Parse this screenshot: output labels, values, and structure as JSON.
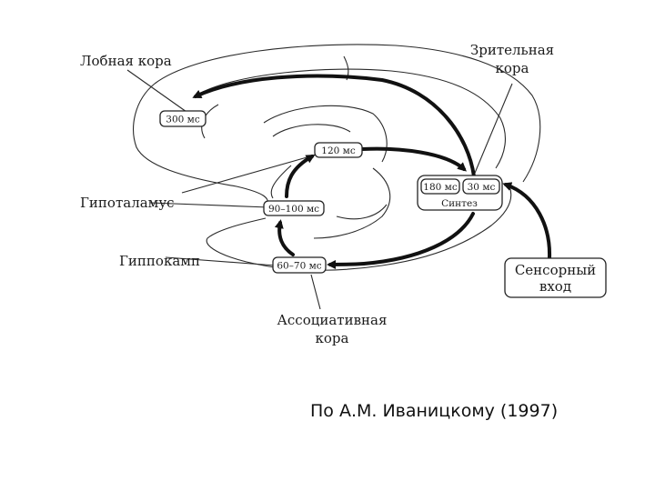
{
  "labels": {
    "frontal_cortex": "Лобная кора",
    "visual_cortex_line1": "Зрительная",
    "visual_cortex_line2": "кора",
    "hypothalamus": "Гипоталамус",
    "hippocampus": "Гиппокамп",
    "assoc_cortex_line1": "Ассоциативная",
    "assoc_cortex_line2": "кора"
  },
  "nodes": {
    "frontal": "300 мс",
    "hypothal_top": "120 мс",
    "hypothal_mid": "90–100 мс",
    "hippo": "60–70 мс",
    "visual_left": "180 мс",
    "visual_right": "30 мс",
    "synthesis": "Синтез"
  },
  "sensory": {
    "line1": "Сенсорный",
    "line2": "вход"
  },
  "caption": "По А.М. Иваницкому (1997)"
}
